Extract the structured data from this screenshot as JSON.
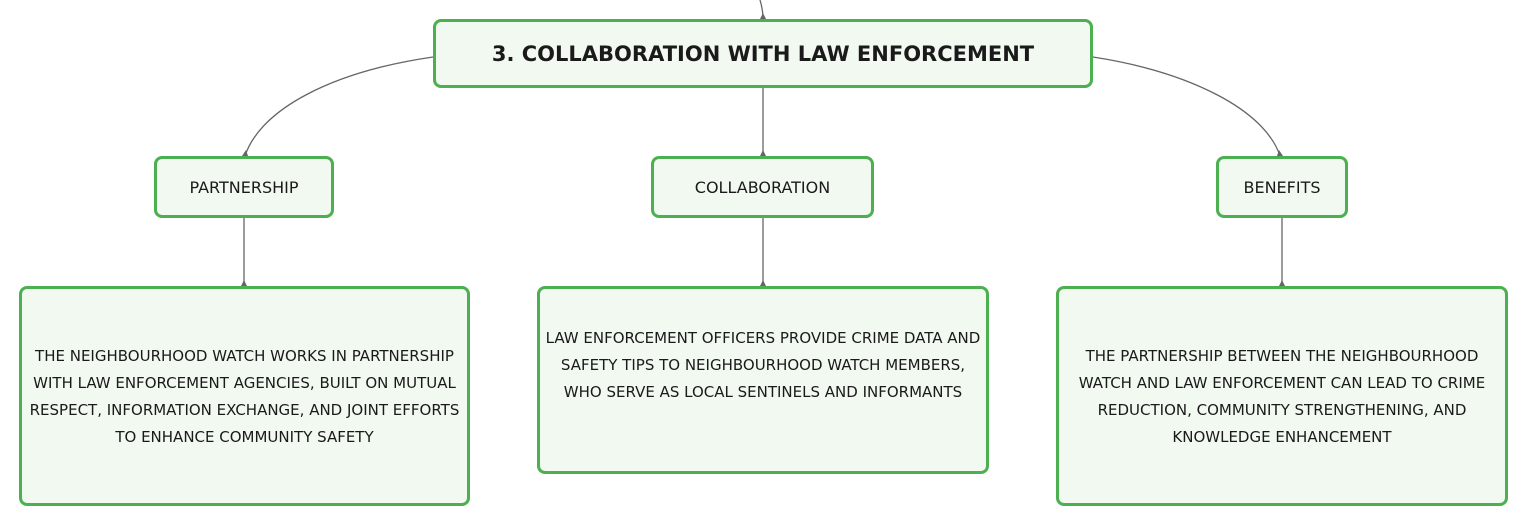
{
  "root": {
    "title": "3. COLLABORATION WITH LAW ENFORCEMENT"
  },
  "branches": [
    {
      "label": "PARTNERSHIP",
      "detail": "THE NEIGHBOURHOOD WATCH WORKS IN PARTNERSHIP WITH LAW ENFORCEMENT AGENCIES, BUILT ON MUTUAL RESPECT, INFORMATION EXCHANGE, AND JOINT EFFORTS TO ENHANCE COMMUNITY SAFETY"
    },
    {
      "label": "COLLABORATION",
      "detail": "LAW ENFORCEMENT OFFICERS PROVIDE CRIME DATA AND SAFETY TIPS TO NEIGHBOURHOOD WATCH MEMBERS, WHO SERVE AS LOCAL SENTINELS AND INFORMANTS"
    },
    {
      "label": "BENEFITS",
      "detail": "THE PARTNERSHIP BETWEEN THE NEIGHBOURHOOD WATCH AND LAW ENFORCEMENT CAN LEAD TO CRIME REDUCTION, COMMUNITY STRENGTHENING, AND KNOWLEDGE ENHANCEMENT"
    }
  ],
  "colors": {
    "node_border": "#4caf50",
    "node_fill": "#f2f9f1",
    "connector": "#666666",
    "text": "#1a1a1a"
  }
}
